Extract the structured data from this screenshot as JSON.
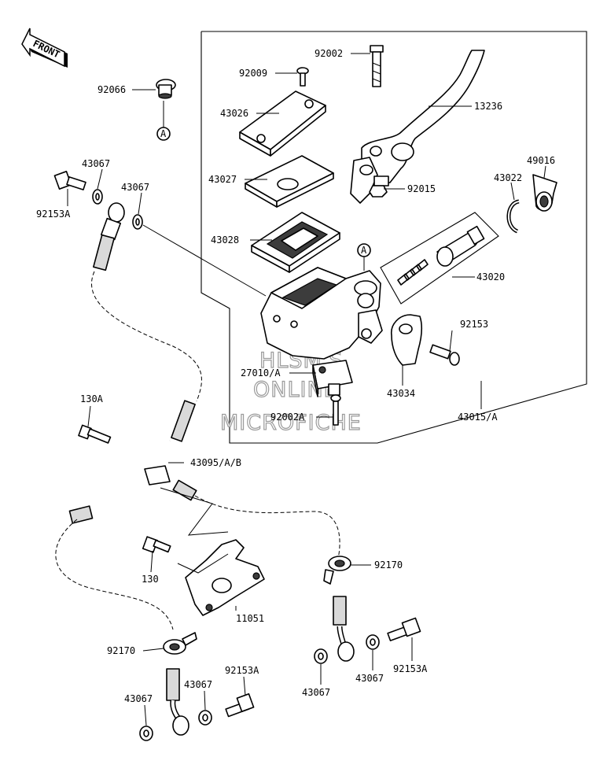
{
  "front_arrow": {
    "label": "FRONT"
  },
  "watermark": {
    "lines": [
      "HLSM'S",
      "ONLINE",
      "MICROFICHE"
    ]
  },
  "callouts": [
    {
      "id": "c-92066",
      "text": "92066"
    },
    {
      "id": "c-A1",
      "text": "A"
    },
    {
      "id": "c-92002",
      "text": "92002"
    },
    {
      "id": "c-92009",
      "text": "92009"
    },
    {
      "id": "c-43026",
      "text": "43026"
    },
    {
      "id": "c-13236",
      "text": "13236"
    },
    {
      "id": "c-43027",
      "text": "43027"
    },
    {
      "id": "c-43067a",
      "text": "43067"
    },
    {
      "id": "c-43067b",
      "text": "43067"
    },
    {
      "id": "c-92153A-a",
      "text": "92153A"
    },
    {
      "id": "c-49016",
      "text": "49016"
    },
    {
      "id": "c-43022",
      "text": "43022"
    },
    {
      "id": "c-92015",
      "text": "92015"
    },
    {
      "id": "c-43028",
      "text": "43028"
    },
    {
      "id": "c-A2",
      "text": "A"
    },
    {
      "id": "c-43020",
      "text": "43020"
    },
    {
      "id": "c-92153",
      "text": "92153"
    },
    {
      "id": "c-27010A",
      "text": "27010/A"
    },
    {
      "id": "c-43034",
      "text": "43034"
    },
    {
      "id": "c-43015A",
      "text": "43015/A"
    },
    {
      "id": "c-130A",
      "text": "130A"
    },
    {
      "id": "c-92002A",
      "text": "92002A"
    },
    {
      "id": "c-43095AB",
      "text": "43095/A/B"
    },
    {
      "id": "c-130",
      "text": "130"
    },
    {
      "id": "c-92170a",
      "text": "92170"
    },
    {
      "id": "c-11051",
      "text": "11051"
    },
    {
      "id": "c-92170b",
      "text": "92170"
    },
    {
      "id": "c-92153A-b",
      "text": "92153A"
    },
    {
      "id": "c-43067c",
      "text": "43067"
    },
    {
      "id": "c-43067d",
      "text": "43067"
    },
    {
      "id": "c-43067e",
      "text": "43067"
    },
    {
      "id": "c-43067f",
      "text": "43067"
    },
    {
      "id": "c-92153A-c",
      "text": "92153A"
    }
  ]
}
